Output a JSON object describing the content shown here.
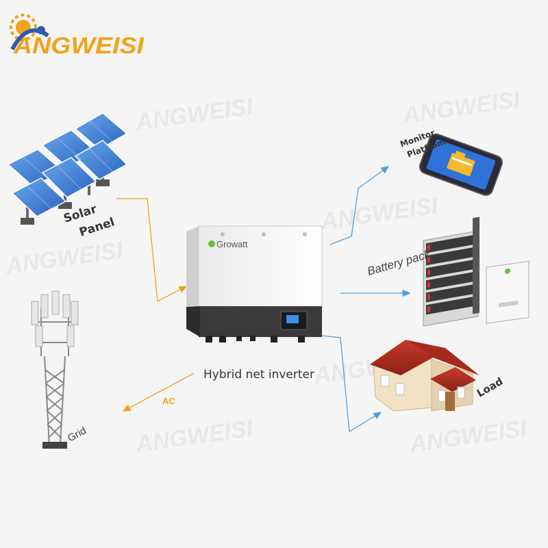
{
  "brand": {
    "logo_text": "ANGWEISI",
    "watermark_text": "ANGWEISI",
    "colors": {
      "orange": "#f0a21b",
      "blue": "#2b5bb0"
    }
  },
  "diagram": {
    "center": {
      "label": "Hybrid net inverter",
      "brand_text": "Growatt"
    },
    "nodes": {
      "solar": {
        "label_line1": "Solar",
        "label_line2": "Panel",
        "icon": "solar-panel-icon"
      },
      "grid": {
        "label": "Grid",
        "icon": "transmission-tower-icon"
      },
      "monitor": {
        "label_line1": "Monitor",
        "label_line2": "Platfrom",
        "icon": "smartphone-icon"
      },
      "battery": {
        "label": "Battery pack",
        "icon": "battery-rack-icon"
      },
      "load": {
        "label": "Load",
        "icon": "house-icon"
      }
    },
    "connectors": {
      "grid_link_label": "AC",
      "colors": {
        "dc": "#f0a21b",
        "ac": "#f0a21b",
        "data": "#4d9ee0"
      }
    }
  }
}
